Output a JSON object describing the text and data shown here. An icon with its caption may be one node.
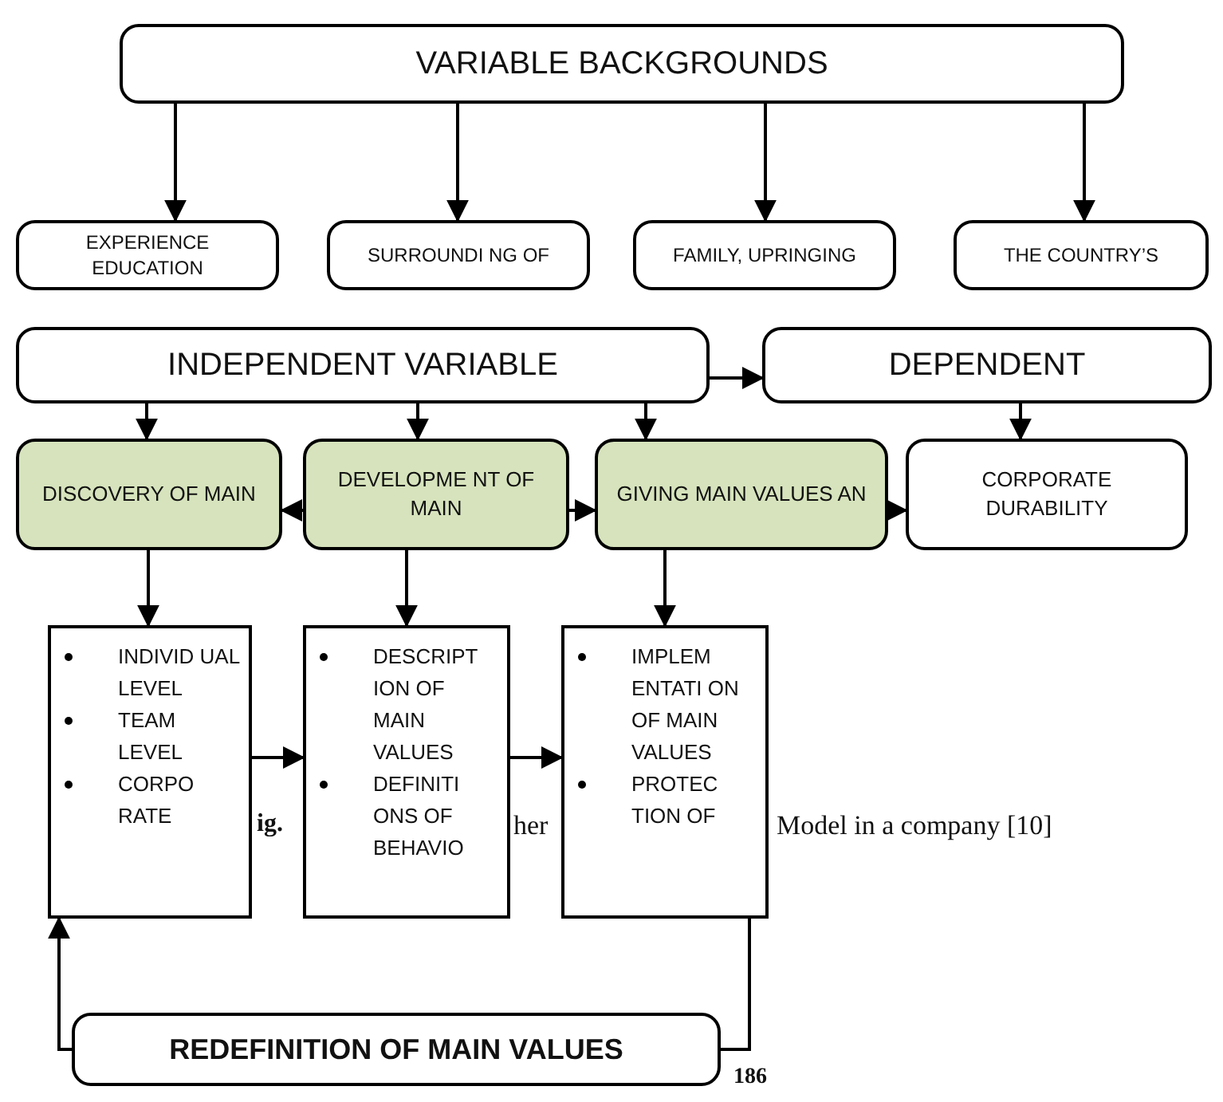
{
  "diagram": {
    "nodes": [
      {
        "text": [
          "VARIABLE BACKGROUNDS"
        ]
      },
      {
        "text": [
          "EXPERIENCE EDUCATION"
        ]
      },
      {
        "text": [
          "SURROUNDI NG OF"
        ]
      },
      {
        "text": [
          "FAMILY, UPRINGING"
        ]
      },
      {
        "text": [
          "THE COUNTRY’S"
        ]
      },
      {
        "text": [
          "INDEPENDENT VARIABLE"
        ]
      },
      {
        "text": [
          "DEPENDENT"
        ]
      },
      {
        "text": [
          "DISCOVERY OF MAIN"
        ]
      },
      {
        "text": [
          "DEVELOPME NT OF MAIN"
        ]
      },
      {
        "text": [
          "GIVING MAIN VALUES AN"
        ]
      },
      {
        "text": [
          "CORPORATE DURABILITY"
        ]
      },
      {
        "text": [
          "INDIVID UAL LEVEL",
          "TEAM LEVEL",
          "CORPO RATE"
        ]
      },
      {
        "text": [
          "DESCRIPT ION OF MAIN VALUES",
          "DEFINITI ONS OF BEHAVIO"
        ]
      },
      {
        "text": [
          "IMPLEM ENTATI ON OF MAIN VALUES",
          "PROTEC TION OF"
        ]
      },
      {
        "text": [
          "REDEFINITION OF MAIN VALUES"
        ]
      }
    ],
    "edges": [
      {
        "from": 0,
        "to": 1,
        "arrow": "to"
      },
      {
        "from": 0,
        "to": 2,
        "arrow": "to"
      },
      {
        "from": 0,
        "to": 3,
        "arrow": "to"
      },
      {
        "from": 0,
        "to": 4,
        "arrow": "to"
      },
      {
        "from": 5,
        "to": 6,
        "arrow": "to"
      },
      {
        "from": 5,
        "to": 7,
        "arrow": "to"
      },
      {
        "from": 5,
        "to": 8,
        "arrow": "to"
      },
      {
        "from": 5,
        "to": 9,
        "arrow": "to"
      },
      {
        "from": 6,
        "to": 10,
        "arrow": "to"
      },
      {
        "from": 8,
        "to": 7,
        "arrow": "to"
      },
      {
        "from": 8,
        "to": 9,
        "arrow": "to"
      },
      {
        "from": 9,
        "to": 10,
        "arrow": "to"
      },
      {
        "from": 7,
        "to": 11,
        "arrow": "to"
      },
      {
        "from": 8,
        "to": 12,
        "arrow": "to"
      },
      {
        "from": 9,
        "to": 13,
        "arrow": "to"
      },
      {
        "from": 11,
        "to": 12,
        "arrow": "to"
      },
      {
        "from": 12,
        "to": 13,
        "arrow": "to"
      },
      {
        "from": 13,
        "to": 14,
        "arrow": "none"
      },
      {
        "from": 14,
        "to": 11,
        "arrow": "to"
      }
    ],
    "labels": [
      "ig.",
      "her",
      "Model in a company [10]",
      "186"
    ]
  }
}
